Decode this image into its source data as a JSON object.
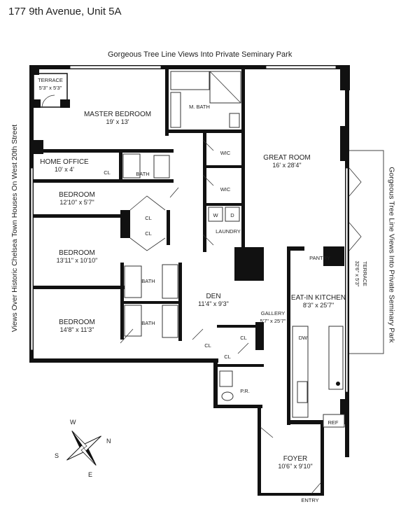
{
  "title": "177 9th Avenue, Unit 5A",
  "views": {
    "top": "Gorgeous Tree Line Views Into Private Seminary Park",
    "right": "Gorgeous Tree Line Views Into Private Seminary Park",
    "left": "Views Over Historic Chelsea Town Houses On West 20th Street"
  },
  "rooms": {
    "terrace_small": {
      "name": "TERRACE",
      "dim": "5'3\" x 5'3\""
    },
    "master_bedroom": {
      "name": "MASTER BEDROOM",
      "dim": "19' x 13'"
    },
    "m_bath": {
      "name": "M. BATH"
    },
    "home_office": {
      "name": "HOME OFFICE",
      "dim": "10' x 4'"
    },
    "cl1": {
      "name": "CL"
    },
    "bath1": {
      "name": "BATH"
    },
    "wic1": {
      "name": "WIC"
    },
    "wic2": {
      "name": "WIC"
    },
    "great_room": {
      "name": "GREAT ROOM",
      "dim": "16' x 28'4\""
    },
    "bedroom1": {
      "name": "BEDROOM",
      "dim": "12'10\" x 5'7\""
    },
    "cl2": {
      "name": "CL"
    },
    "cl3": {
      "name": "CL"
    },
    "washer": {
      "name": "W"
    },
    "dryer": {
      "name": "D"
    },
    "laundry": {
      "name": "LAUNDRY"
    },
    "bedroom2": {
      "name": "BEDROOM",
      "dim": "13'11\" x 10'10\""
    },
    "pantry": {
      "name": "PANTRY"
    },
    "terrace_large": {
      "name": "TERRACE",
      "dim": "32'6\" x 5'3\""
    },
    "bath2": {
      "name": "BATH"
    },
    "bath3": {
      "name": "BATH"
    },
    "den": {
      "name": "DEN",
      "dim": "11'4\" x 9'3\""
    },
    "gallery": {
      "name": "GALLERY",
      "dim": "5'7\" x 25'7\""
    },
    "kitchen": {
      "name": "EAT-IN KITCHEN",
      "dim": "8'3\" x 25'7\""
    },
    "bedroom3": {
      "name": "BEDROOM",
      "dim": "14'8\" x 11'3\""
    },
    "cl4": {
      "name": "CL"
    },
    "cl5": {
      "name": "CL"
    },
    "cl6": {
      "name": "CL"
    },
    "dw": {
      "name": "DW"
    },
    "pr": {
      "name": "P.R."
    },
    "ref": {
      "name": "REF"
    },
    "foyer": {
      "name": "FOYER",
      "dim": "10'6\" x 9'10\""
    },
    "entry": {
      "name": "ENTRY"
    }
  },
  "compass": {
    "w": "W",
    "n": "N",
    "s": "S",
    "e": "E"
  }
}
